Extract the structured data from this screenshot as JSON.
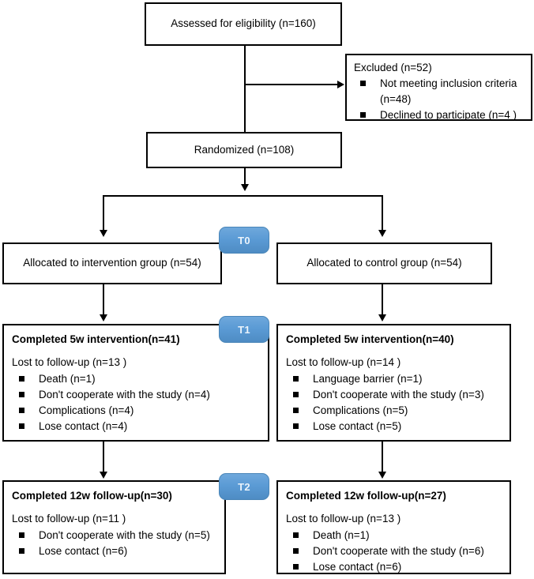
{
  "diagram": {
    "title": "CONSORT participant flow diagram",
    "accent_color": "#5B9BD5",
    "line_color": "#000000"
  },
  "nodes": {
    "assessed": {
      "label": "Assessed for eligibility (n=160)"
    },
    "excluded": {
      "title": "Excluded (n=52)",
      "items": [
        "Not meeting inclusion criteria",
        "Declined to participate (n=4 )"
      ],
      "item_continuation": "(n=48)"
    },
    "randomized": {
      "label": "Randomized (n=108)"
    },
    "allocated_intervention": {
      "label": "Allocated to intervention group (n=54)"
    },
    "allocated_control": {
      "label": "Allocated to control group (n=54)"
    },
    "t1_intervention": {
      "title": "Completed 5w intervention(n=41)",
      "lost_label": "Lost to follow-up (n=13 )",
      "items": [
        "Death (n=1)",
        "Don't cooperate with the study (n=4)",
        "Complications (n=4)",
        "Lose contact (n=4)"
      ]
    },
    "t1_control": {
      "title": "Completed 5w intervention(n=40)",
      "lost_label": "Lost to follow-up (n=14 )",
      "items": [
        "Language barrier  (n=1)",
        "Don't cooperate with the study (n=3)",
        "Complications (n=5)",
        "Lose contact (n=5)"
      ]
    },
    "t2_intervention": {
      "title": "Completed 12w follow-up(n=30)",
      "lost_label": "Lost to follow-up (n=11 )",
      "items": [
        "Don't cooperate with the study (n=5)",
        "Lose contact (n=6)"
      ]
    },
    "t2_control": {
      "title": "Completed 12w follow-up(n=27)",
      "lost_label": "Lost to follow-up (n=13 )",
      "items": [
        "Death (n=1)",
        "Don't cooperate with the study (n=6)",
        "Lose contact (n=6)"
      ]
    }
  },
  "timepoints": [
    {
      "label": "T0"
    },
    {
      "label": "T1"
    },
    {
      "label": "T2"
    }
  ]
}
